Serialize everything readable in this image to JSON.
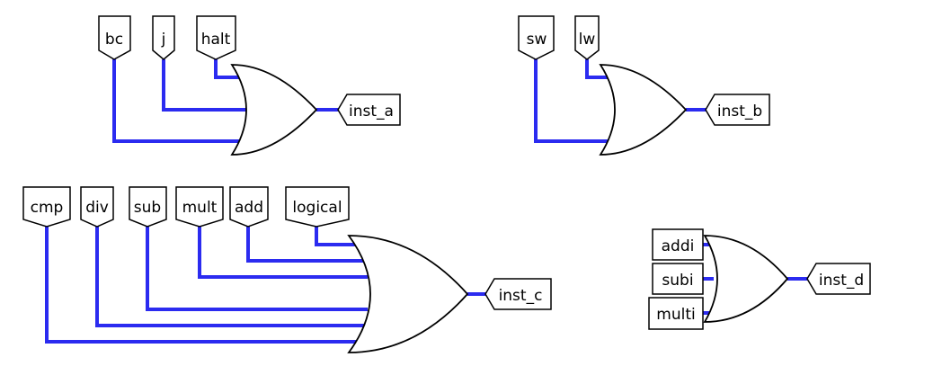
{
  "colors": {
    "wire": "#2b2bf0",
    "outline": "#000000",
    "background": "#ffffff"
  },
  "circuits": {
    "inst_a": {
      "inputs": [
        "bc",
        "j",
        "halt"
      ],
      "output": "inst_a"
    },
    "inst_b": {
      "inputs": [
        "sw",
        "lw"
      ],
      "output": "inst_b"
    },
    "inst_c": {
      "inputs": [
        "cmp",
        "div",
        "sub",
        "mult",
        "add",
        "logical"
      ],
      "output": "inst_c"
    },
    "inst_d": {
      "inputs": [
        "addi",
        "subi",
        "multi"
      ],
      "output": "inst_d"
    }
  }
}
